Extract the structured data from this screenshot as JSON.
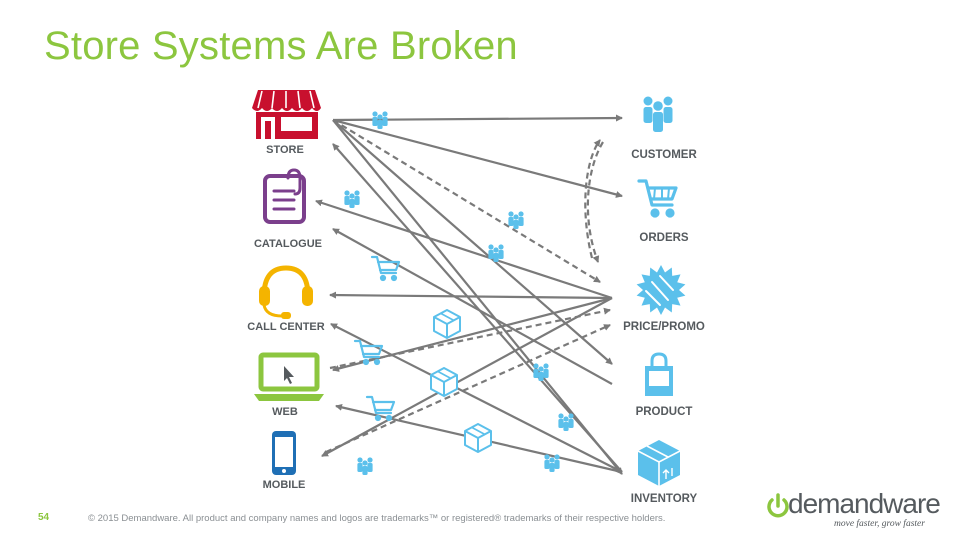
{
  "title": "Store Systems Are Broken",
  "left_nodes": [
    {
      "id": "store",
      "label": "STORE",
      "icon": "storefront-icon",
      "color": "#c8102e"
    },
    {
      "id": "catalogue",
      "label": "CATALOGUE",
      "icon": "clipboard-icon",
      "color": "#7b3f8c"
    },
    {
      "id": "call_center",
      "label": "CALL CENTER",
      "icon": "headset-icon",
      "color": "#f4b400"
    },
    {
      "id": "web",
      "label": "WEB",
      "icon": "laptop-icon",
      "color": "#8cc63f"
    },
    {
      "id": "mobile",
      "label": "MOBILE",
      "icon": "smartphone-icon",
      "color": "#1f6fb5"
    }
  ],
  "right_nodes": [
    {
      "id": "customer",
      "label": "CUSTOMER",
      "icon": "people-icon"
    },
    {
      "id": "orders",
      "label": "ORDERS",
      "icon": "shopping-cart-icon"
    },
    {
      "id": "price_promo",
      "label": "PRICE/PROMO",
      "icon": "price-tag-burst-icon"
    },
    {
      "id": "product",
      "label": "PRODUCT",
      "icon": "shopping-bag-icon"
    },
    {
      "id": "inventory",
      "label": "INVENTORY",
      "icon": "box-icon"
    }
  ],
  "connections": [
    {
      "from": "store",
      "to": "customer",
      "style": "solid"
    },
    {
      "from": "store",
      "to": "orders",
      "style": "solid"
    },
    {
      "from": "store",
      "to": "price_promo",
      "style": "dashed"
    },
    {
      "from": "store",
      "to": "product",
      "style": "solid"
    },
    {
      "from": "store",
      "to": "inventory",
      "style": "solid"
    },
    {
      "from": "inventory",
      "to": "store",
      "style": "solid"
    },
    {
      "from": "price_promo",
      "to": "catalogue",
      "style": "solid"
    },
    {
      "from": "product",
      "to": "catalogue",
      "style": "solid"
    },
    {
      "from": "price_promo",
      "to": "call_center",
      "style": "solid"
    },
    {
      "from": "inventory",
      "to": "call_center",
      "style": "solid"
    },
    {
      "from": "price_promo",
      "to": "web",
      "style": "solid"
    },
    {
      "from": "web",
      "to": "price_promo",
      "style": "dashed"
    },
    {
      "from": "inventory",
      "to": "web",
      "style": "solid"
    },
    {
      "from": "price_promo",
      "to": "mobile",
      "style": "solid"
    },
    {
      "from": "mobile",
      "to": "price_promo",
      "style": "dashed"
    },
    {
      "from": "price_promo",
      "to": "customer",
      "style": "dashed-curve"
    },
    {
      "from": "customer",
      "to": "price_promo",
      "style": "dashed-curve"
    }
  ],
  "colors": {
    "title": "#8cc63f",
    "arrow": "#7a7a7a",
    "accent_blue": "#5bc0eb",
    "label": "#555a5e"
  },
  "footer": {
    "page_number": "54",
    "copyright": "© 2015 Demandware. All product and company names and logos are trademarks™ or registered® trademarks of their respective holders.",
    "logo_word": "demandware",
    "logo_tagline": "move faster, grow faster"
  }
}
